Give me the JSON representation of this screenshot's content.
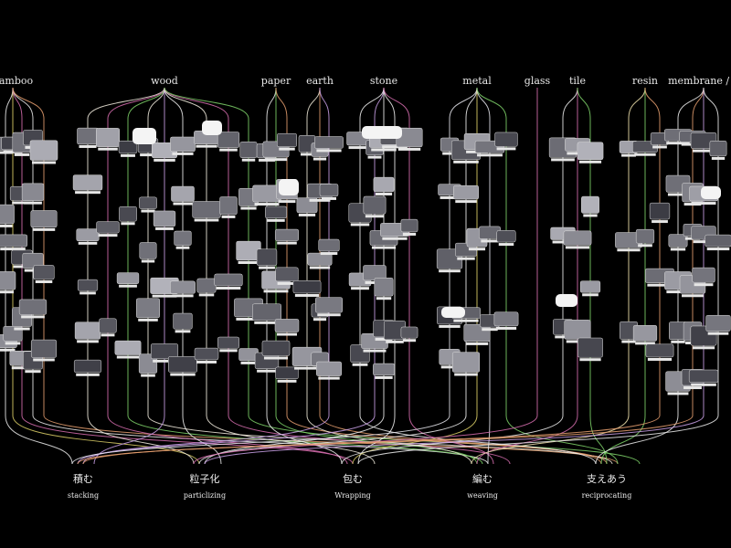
{
  "materials": [
    {
      "id": "bamboo",
      "label": "bamboo",
      "color": "#f0f0f0"
    },
    {
      "id": "wood",
      "label": "wood",
      "color": "#f5efe0"
    },
    {
      "id": "paper",
      "label": "paper",
      "color": "#eeeeee"
    },
    {
      "id": "earth",
      "label": "earth",
      "color": "#f0ead8"
    },
    {
      "id": "stone",
      "label": "stone",
      "color": "#f2f2f2"
    },
    {
      "id": "metal",
      "label": "metal",
      "color": "#e8e8ee"
    },
    {
      "id": "glass",
      "label": "glass",
      "color": "#d86fb0"
    },
    {
      "id": "tile",
      "label": "tile",
      "color": "#f0f0f0"
    },
    {
      "id": "resin",
      "label": "resin",
      "color": "#f4e6b0"
    },
    {
      "id": "membrane",
      "label": "membrane / fi",
      "color": "#eeeeee"
    }
  ],
  "techniques": [
    {
      "id": "stacking",
      "jp": "積む",
      "en": "stacking"
    },
    {
      "id": "particlizing",
      "jp": "粒子化",
      "en": "particlizing"
    },
    {
      "id": "wrapping",
      "jp": "包む",
      "en": "Wrapping"
    },
    {
      "id": "weaving",
      "jp": "編む",
      "en": "weaving"
    },
    {
      "id": "reciprocating",
      "jp": "支えあう",
      "en": "reciprocating"
    }
  ],
  "line_colors": [
    "#f2f2f2",
    "#e0d46a",
    "#d86fb0",
    "#7fd36a",
    "#e8a070",
    "#c9a0e6"
  ]
}
